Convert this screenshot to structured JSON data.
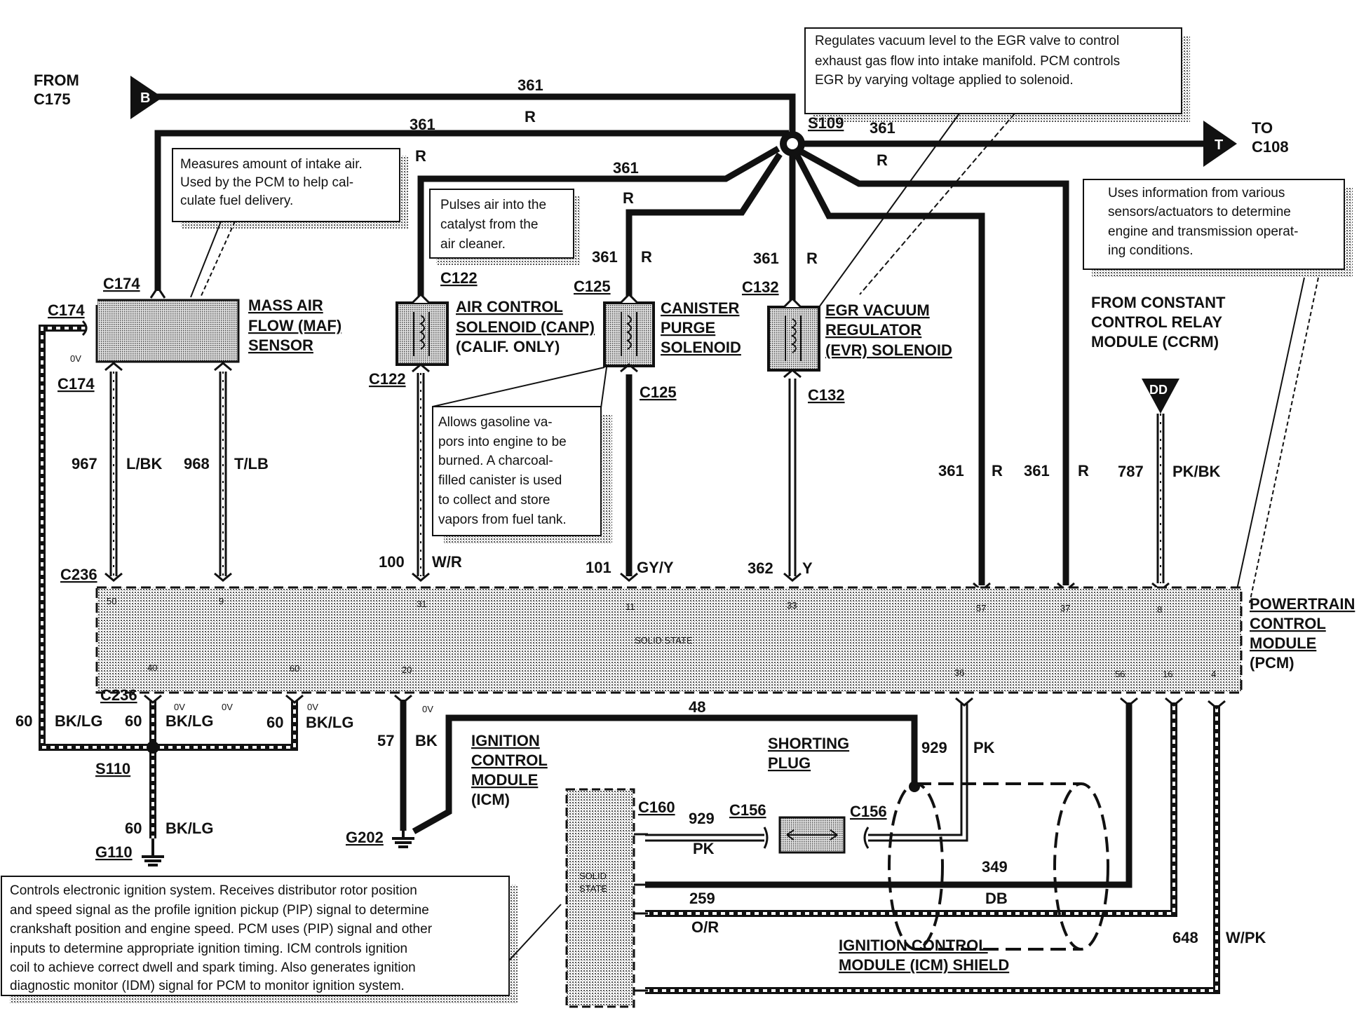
{
  "connectors": {
    "from_label": "FROM",
    "from_c175": "C175",
    "b_tag": "B",
    "to_label": "TO",
    "to_c108": "C108",
    "t_tag": "T",
    "dd_tag": "DD",
    "s109": "S109",
    "c174": "C174",
    "c122": "C122",
    "c125": "C125",
    "c132": "C132",
    "c236": "C236",
    "s110": "S110",
    "g110": "G110",
    "g202": "G202",
    "c160": "C160",
    "c156": "C156"
  },
  "wires": {
    "w361": "361",
    "r": "R",
    "w967": "967",
    "lbk": "L/BK",
    "w968": "968",
    "tlb": "T/LB",
    "w100": "100",
    "wr": "W/R",
    "w101": "101",
    "gyy": "GY/Y",
    "w362": "362",
    "y": "Y",
    "w787": "787",
    "pkbk": "PK/BK",
    "w60": "60",
    "bklg": "BK/LG",
    "w57": "57",
    "bk": "BK",
    "w48": "48",
    "w929": "929",
    "pk": "PK",
    "w349": "349",
    "db": "DB",
    "w259": "259",
    "or": "O/R",
    "w648": "648",
    "wpk": "W/PK",
    "ov": "0V"
  },
  "components": {
    "maf": [
      "MASS AIR",
      "FLOW (MAF)",
      "SENSOR"
    ],
    "canp": [
      "AIR CONTROL",
      "SOLENOID (CANP)",
      "(CALIF.  ONLY)"
    ],
    "canister": [
      "CANISTER",
      "PURGE",
      "SOLENOID"
    ],
    "evr": [
      "EGR VACUUM",
      "REGULATOR",
      "(EVR) SOLENOID"
    ],
    "ccrm": [
      "FROM CONSTANT",
      "CONTROL RELAY",
      "MODULE (CCRM)"
    ],
    "pcm": [
      "POWERTRAIN",
      "CONTROL",
      "MODULE",
      "(PCM)"
    ],
    "icm": [
      "IGNITION",
      "CONTROL",
      "MODULE",
      "(ICM)"
    ],
    "shorting_plug": [
      "SHORTING",
      "PLUG"
    ],
    "icm_shield": [
      "IGNITION CONTROL",
      "MODULE (ICM) SHIELD"
    ],
    "solid_state": "SOLID STATE",
    "icm_solid_state": [
      "SOLID",
      "STATE"
    ]
  },
  "pins": {
    "p50": "50",
    "p9": "9",
    "p31": "31",
    "p11": "11",
    "p33": "33",
    "p57": "57",
    "p37": "37",
    "p8": "8",
    "p40": "40",
    "p60": "60",
    "p20": "20",
    "p36": "36",
    "p56": "56",
    "p16": "16",
    "p4": "4"
  },
  "notes": {
    "egr": [
      "Regulates vacuum level  to the EGR valve to control",
      "exhaust gas flow into intake manifold.  PCM controls",
      "EGR by varying voltage applied to solenoid."
    ],
    "maf": [
      "Measures amount of intake air.",
      "Used by the PCM to help cal-",
      "culate fuel delivery."
    ],
    "canp": [
      "Pulses air into the",
      "catalyst from the",
      "air cleaner."
    ],
    "pcm": [
      "Uses information from various",
      "sensors/actuators to determine",
      "engine and transmission operat-",
      "ing conditions."
    ],
    "canister": [
      "Allows gasoline va-",
      "pors into engine to be",
      "burned.  A charcoal-",
      "filled canister is used",
      "to collect and store",
      "vapors from fuel tank."
    ],
    "icm": [
      "Controls electronic ignition system.  Receives distributor rotor position",
      "and speed signal as the profile ignition pickup (PIP) signal to determine",
      "crankshaft position and engine speed.  PCM uses (PIP) signal and other",
      "inputs to determine appropriate ignition timing.  ICM controls ignition",
      "coil to achieve correct dwell and spark timing.  Also generates ignition",
      "diagnostic monitor (IDM) signal for PCM to monitor ignition system."
    ]
  }
}
